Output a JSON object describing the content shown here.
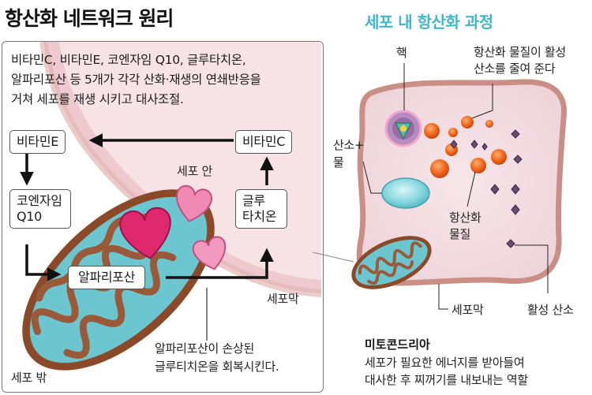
{
  "left_panel": {
    "title": "항산화 네트워크 원리",
    "intro_lines": [
      "비타민C, 비타민E, 코엔자임 Q10, 글루타치온,",
      "알파리포산 등 5개가 각각 산화·재생의 연쇄반응을",
      "거쳐 세포를 재생 시키고 대사조절."
    ],
    "nodes": {
      "vitamin_e": "비타민E",
      "vitamin_c": "비타민C",
      "coq10_line1": "코엔자임",
      "coq10_line2": "Q10",
      "glutathione_line1": "글루",
      "glutathione_line2": "타치온",
      "alpha_lipoic": "알파리포산"
    },
    "labels": {
      "cell_inside": "세포 안",
      "cell_membrane": "세포막",
      "cell_outside": "세포 밖"
    },
    "note_lines": [
      "알파리포산이 손상된",
      "글루티치온을 회복시킨다."
    ]
  },
  "right_panel": {
    "title": "세포 내 항산화 과정",
    "labels": {
      "nucleus": "핵",
      "antioxidant_action_line1": "항산화 물질이 활성",
      "antioxidant_action_line2": "산소를 줄여 준다",
      "oxygen_water_line1": "산소+",
      "oxygen_water_line2": "물",
      "antioxidant_line1": "항산화",
      "antioxidant_line2": "물질",
      "cell_membrane": "세포막",
      "active_oxygen": "활성 산소"
    },
    "mitochondria": {
      "title": "미토콘드리아",
      "desc_lines": [
        "세포가 필요한 에너지를 받아들여",
        "대사한 후 찌꺼기를 내보내는 역할"
      ]
    }
  },
  "colors": {
    "title_accent": "#3fb7c8",
    "cell_fill": "#f2dfe3",
    "membrane": "#e8c9c0",
    "mitochondria_inner": "#6cc6cf",
    "mitochondria_outer": "#8a4a2a",
    "heart": "#e23a7a",
    "antioxidant_orange": "#f2661c",
    "free_radical": "#6b4a6e"
  }
}
